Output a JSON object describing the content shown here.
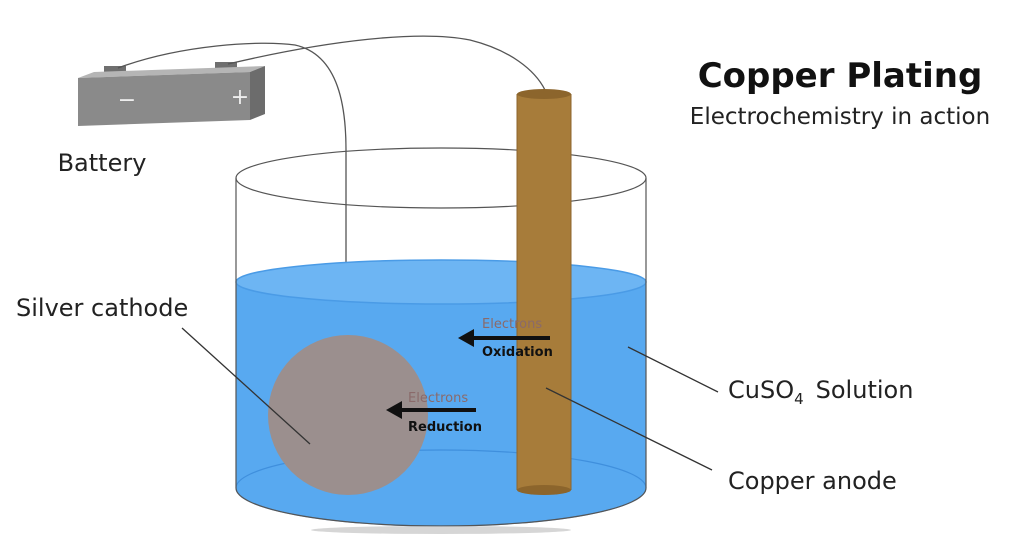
{
  "header": {
    "title": "Copper Plating",
    "subtitle": "Electrochemistry in action"
  },
  "battery": {
    "label": "Battery",
    "minus": "−",
    "plus": "+"
  },
  "labels": {
    "cathode": "Silver cathode",
    "solution_prefix": "CuSO",
    "solution_sub": "4",
    "solution_suffix": "Solution",
    "anode": "Copper anode"
  },
  "reactions": {
    "oxidation": {
      "electrons": "Electrons",
      "name": "Oxidation"
    },
    "reduction": {
      "electrons": "Electrons",
      "name": "Reduction"
    }
  },
  "colors": {
    "solution": "#58a9f0",
    "solution_dark": "#3f93e0",
    "anode": "#a77c3a",
    "cathode": "#9b8f8e",
    "battery": "#8a8a8a"
  }
}
